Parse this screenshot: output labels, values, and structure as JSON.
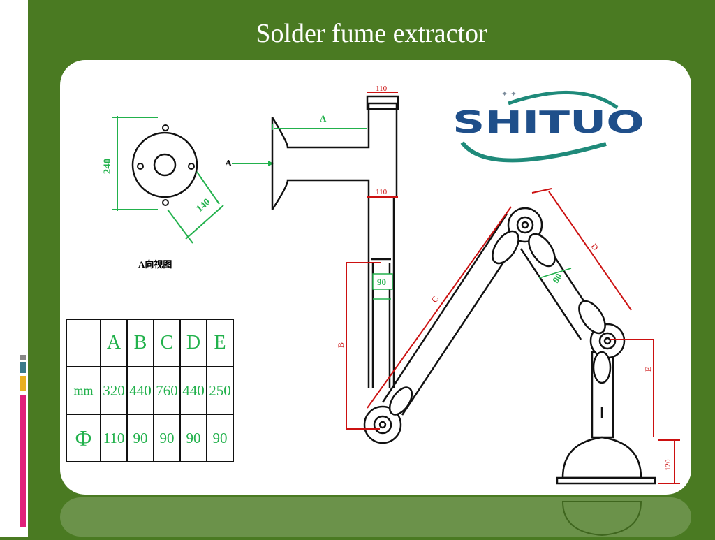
{
  "slide": {
    "title": "Solder fume extractor",
    "colors": {
      "background": "#4a7a22",
      "panel": "#ffffff",
      "dimension_red": "#cc1111",
      "dimension_green": "#22b14c",
      "logo_blue": "#1f4f8a",
      "logo_teal": "#1f8a7a"
    }
  },
  "logo": {
    "text": "SHITUO"
  },
  "flange_view": {
    "label": "A向视图",
    "dim_240": "240",
    "dim_140": "140",
    "arrow_label": "A"
  },
  "drawing": {
    "dim_A": "A",
    "dim_110_top": "110",
    "dim_110_lower": "110",
    "dim_90_vertical": "90",
    "dim_90_diagonal": "90",
    "dim_B": "B",
    "dim_C": "C",
    "dim_D": "D",
    "dim_E": "E",
    "dim_120": "120"
  },
  "spec_table": {
    "headers": [
      "A",
      "B",
      "C",
      "D",
      "E"
    ],
    "rows": [
      {
        "label": "mm",
        "values": [
          "320",
          "440",
          "760",
          "440",
          "250"
        ]
      },
      {
        "label": "Φ",
        "values": [
          "110",
          "90",
          "90",
          "90",
          "90"
        ]
      }
    ]
  }
}
